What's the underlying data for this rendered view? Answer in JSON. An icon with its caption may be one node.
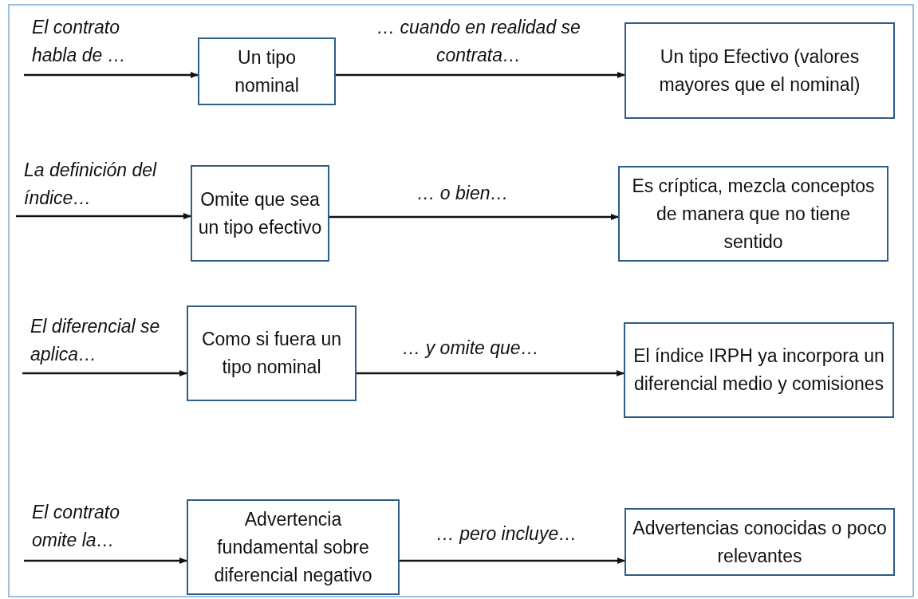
{
  "diagram": {
    "nodes": [
      {
        "text": [
          "Un tipo nominal"
        ]
      },
      {
        "text": [
          "Un tipo Efectivo (valores mayores que el nominal)"
        ]
      },
      {
        "text": [
          "Omite que sea un tipo efectivo"
        ]
      },
      {
        "text": [
          "Es críptica, mezcla conceptos de manera que no tiene sentido"
        ]
      },
      {
        "text": [
          "Como si fuera un tipo nominal"
        ]
      },
      {
        "text": [
          "El índice IRPH ya incorpora un diferencial medio y comisiones"
        ]
      },
      {
        "text": [
          "Advertencia fundamental sobre diferencial negativo"
        ]
      },
      {
        "text": [
          "Advertencias conocidas o poco relevantes"
        ]
      }
    ],
    "edges": [
      {
        "from": null,
        "to": 0,
        "arrow": "to",
        "label": "El contrato habla de …"
      },
      {
        "from": 0,
        "to": 1,
        "arrow": "to",
        "label": "… cuando en realidad se contrata…"
      },
      {
        "from": null,
        "to": 2,
        "arrow": "to",
        "label": "La definición del índice…"
      },
      {
        "from": 2,
        "to": 3,
        "arrow": "to",
        "label": "… o bien…"
      },
      {
        "from": null,
        "to": 4,
        "arrow": "to",
        "label": "El diferencial se aplica…"
      },
      {
        "from": 4,
        "to": 5,
        "arrow": "to",
        "label": "… y omite que…"
      },
      {
        "from": null,
        "to": 6,
        "arrow": "to",
        "label": "El contrato omite la…"
      },
      {
        "from": 6,
        "to": 7,
        "arrow": "to",
        "label": "… pero incluye…"
      }
    ]
  }
}
